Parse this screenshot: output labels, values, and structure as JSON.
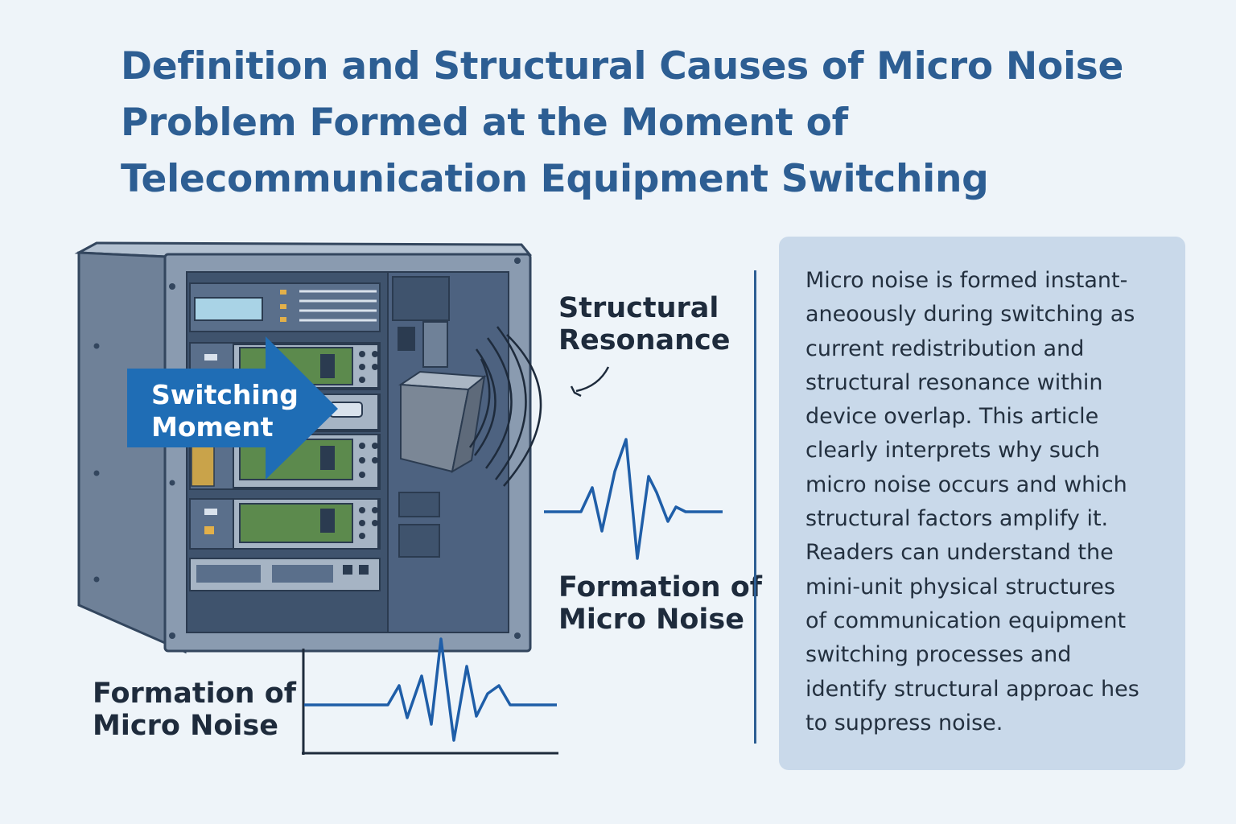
{
  "title": {
    "lines": [
      "Definition and Structural Causes of Micro Noise",
      "Problem Formed at the Moment of",
      "Telecommunication Equipment Switching"
    ]
  },
  "labels": {
    "switching_moment": [
      "Switching",
      "Moment"
    ],
    "structural_resonance": [
      "Structural",
      "Resonance"
    ],
    "formation_right": [
      "Formation of",
      "Micro Noise"
    ],
    "formation_left": [
      "Formation of",
      "Micro Noise"
    ]
  },
  "description": {
    "lines": [
      "Micro noise is formed instant-",
      "aneoously during switching as",
      "current redistribution and",
      "structural resonance within",
      "device overlap. This article",
      "clearly interprets why such",
      "micro noise occurs and which",
      "structural factors amplify it.",
      "Readers can understand the",
      "mini-unit physical structures",
      "of communication equipment",
      "switching processes and",
      "identify structural approac hes",
      "to suppress noise."
    ]
  },
  "colors": {
    "title": "#2d5e93",
    "background": "#eef4f9",
    "panel": "#c9d9ea",
    "arrow": "#1f6db5",
    "waveform": "#1f5ea8",
    "cabinet": "#7f8fa4",
    "pcb": "#5c8a4d"
  },
  "icons": {
    "cabinet": "server-cabinet-icon",
    "arrow": "switching-arrow-icon",
    "resonance": "resonance-waves-icon",
    "waveform": "noise-waveform-icon"
  }
}
